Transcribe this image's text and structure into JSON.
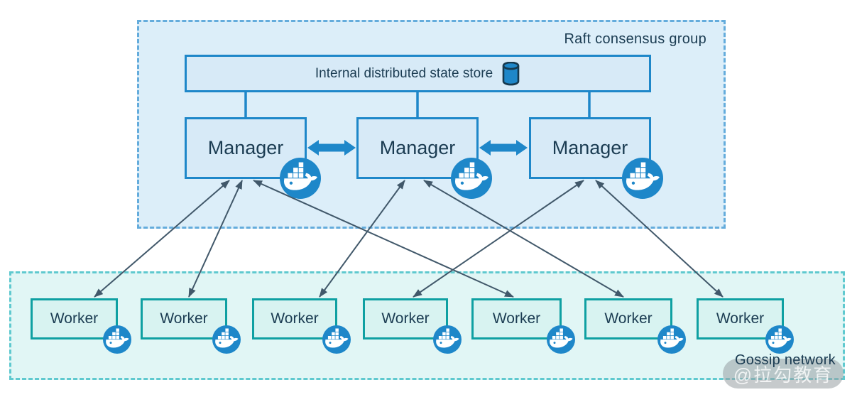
{
  "diagram": {
    "title_implicit": "Docker Swarm architecture",
    "raft_group": {
      "label": "Raft consensus group"
    },
    "state_store": {
      "label": "Internal distributed state store",
      "icon": "database-cylinder-icon"
    },
    "managers": [
      {
        "id": "manager-1",
        "label": "Manager",
        "icon": "docker-whale-icon"
      },
      {
        "id": "manager-2",
        "label": "Manager",
        "icon": "docker-whale-icon"
      },
      {
        "id": "manager-3",
        "label": "Manager",
        "icon": "docker-whale-icon"
      }
    ],
    "workers": [
      {
        "id": "worker-1",
        "label": "Worker",
        "icon": "docker-whale-icon"
      },
      {
        "id": "worker-2",
        "label": "Worker",
        "icon": "docker-whale-icon"
      },
      {
        "id": "worker-3",
        "label": "Worker",
        "icon": "docker-whale-icon"
      },
      {
        "id": "worker-4",
        "label": "Worker",
        "icon": "docker-whale-icon"
      },
      {
        "id": "worker-5",
        "label": "Worker",
        "icon": "docker-whale-icon"
      },
      {
        "id": "worker-6",
        "label": "Worker",
        "icon": "docker-whale-icon"
      },
      {
        "id": "worker-7",
        "label": "Worker",
        "icon": "docker-whale-icon"
      }
    ],
    "gossip_network": {
      "label": "Gossip network"
    },
    "watermark": {
      "text": "@拉勾教育"
    },
    "links": {
      "store_to_managers": [
        [
          "state-store",
          "manager-1"
        ],
        [
          "state-store",
          "manager-2"
        ],
        [
          "state-store",
          "manager-3"
        ]
      ],
      "manager_peer_links": [
        [
          "manager-1",
          "manager-2"
        ],
        [
          "manager-2",
          "manager-3"
        ]
      ],
      "manager_worker_links": [
        [
          "manager-1",
          "worker-1"
        ],
        [
          "manager-1",
          "worker-2"
        ],
        [
          "manager-1",
          "worker-5"
        ],
        [
          "manager-2",
          "worker-3"
        ],
        [
          "manager-2",
          "worker-6"
        ],
        [
          "manager-3",
          "worker-4"
        ],
        [
          "manager-3",
          "worker-7"
        ]
      ]
    },
    "colors": {
      "raft_fill": "#dceef9",
      "raft_border": "#64acdc",
      "gossip_fill": "#e1f6f5",
      "gossip_border": "#5fc9cf",
      "blue_node_fill": "#d7eaf7",
      "blue_node_border": "#1e87c9",
      "worker_fill": "#d8f3f1",
      "worker_border": "#0fa0a2",
      "docker_badge": "#1e87c9",
      "thin_arrow": "#41586a",
      "text": "#1b3c52",
      "watermark_bg": "rgba(152,158,162,0.55)"
    }
  }
}
